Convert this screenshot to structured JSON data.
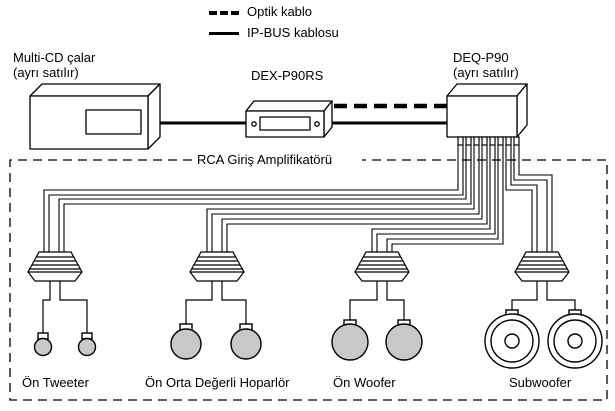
{
  "legend": {
    "optical": "Optik kablo",
    "ipbus": "IP-BUS kablosu"
  },
  "devices": {
    "multicd": {
      "line1": "Multi-CD çalar",
      "line2": "(ayrı satılır)"
    },
    "dex": {
      "label": "DEX-P90RS"
    },
    "deq": {
      "line1": "DEQ-P90",
      "line2": "(ayrı satılır)"
    }
  },
  "amp_region": {
    "label": "RCA Giriş Amplifikatörü"
  },
  "speakers": {
    "tweeter": "Ön Tweeter",
    "midrange": "Ön Orta Değerli Hoparlör",
    "woofer": "Ön Woofer",
    "subwoofer": "Subwoofer"
  },
  "colors": {
    "line": "#000000",
    "speaker_fill": "#c8c8c8",
    "background": "#ffffff"
  }
}
